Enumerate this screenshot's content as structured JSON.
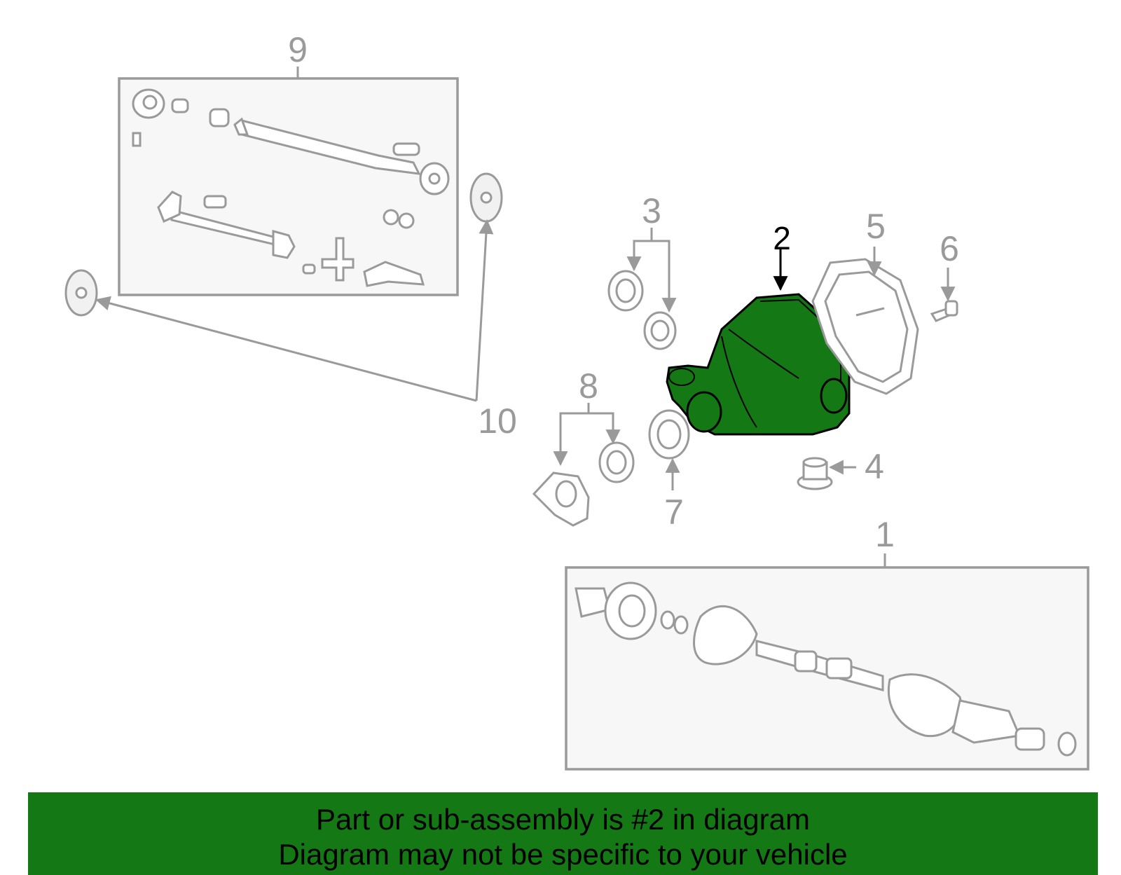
{
  "callouts": {
    "c1": "1",
    "c2": "2",
    "c3": "3",
    "c4": "4",
    "c5": "5",
    "c6": "6",
    "c7": "7",
    "c8": "8",
    "c9": "9",
    "c10": "10"
  },
  "highlight": {
    "part_number": "2",
    "color": "#147814"
  },
  "banner": {
    "line1": "Part or sub-assembly is #2 in diagram",
    "line2": "Diagram may not be specific to your vehicle",
    "background": "#147814"
  }
}
